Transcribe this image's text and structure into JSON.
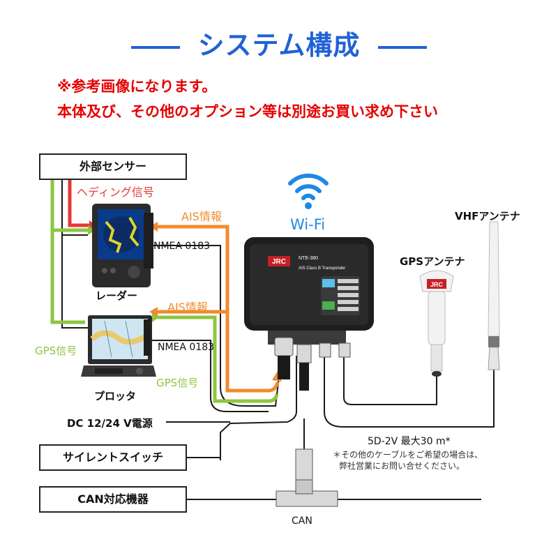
{
  "title": "システム構成",
  "notes": [
    "※参考画像になります。",
    "本体及び、その他のオプション等は別途お買い求め下さい"
  ],
  "boxes": {
    "external_sensor": "外部センサー",
    "silent_switch": "サイレントスイッチ",
    "can_device": "CAN対応機器"
  },
  "labels": {
    "heading_signal": "ヘディング信号",
    "ais_info_1": "AIS情報",
    "ais_info_2": "AIS情報",
    "nmea_1": "NMEA 0183",
    "nmea_2": "NMEA 0183",
    "radar": "レーダー",
    "gps_signal_1": "GPS信号",
    "gps_signal_2": "GPS信号",
    "plotter": "プロッタ",
    "power": "DC 12/24 V電源",
    "wifi": "Wi-Fi",
    "vhf_antenna": "VHFアンテナ",
    "gps_antenna": "GPSアンテナ",
    "cable": "5D-2V  最大30 m*",
    "cable_note_1": "＊その他のケーブルをご希望の場合は、",
    "cable_note_2": "弊社営業にお問い合せください。",
    "can": "CAN"
  },
  "device": {
    "brand": "JRC",
    "model": "NTE-380",
    "subtitle": "AIS Class B Transponder"
  },
  "gps_antenna_brand": "JRC",
  "colors": {
    "title": "#1f62d6",
    "notes": "#e50000",
    "heading_line": "#e53935",
    "ais_line": "#f28a2e",
    "gps_line": "#8dc63f",
    "wifi": "#1e88e5",
    "cable": "#1a1a1a"
  }
}
